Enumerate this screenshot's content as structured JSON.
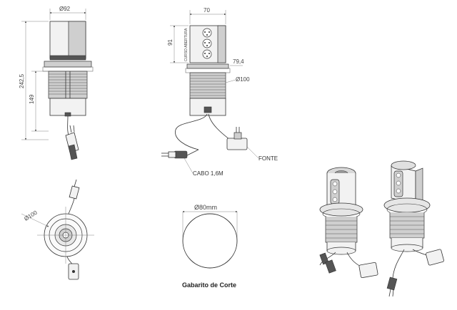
{
  "front_view": {
    "dim_width": "Ø92",
    "dim_total_height": "242,5",
    "dim_body_height": "149"
  },
  "side_view": {
    "dim_width": "70",
    "dim_height": "91",
    "dim_collar": "79,4",
    "dim_cylinder": "Ø100",
    "vertical_text": "CURSO ABERTURA",
    "label_source": "FONTE",
    "label_cable": "CABO 1,6M"
  },
  "top_view": {
    "dim_diameter": "Ø100"
  },
  "cut_template": {
    "dim_diameter": "Ø80mm",
    "caption": "Gabarito de Corte"
  }
}
